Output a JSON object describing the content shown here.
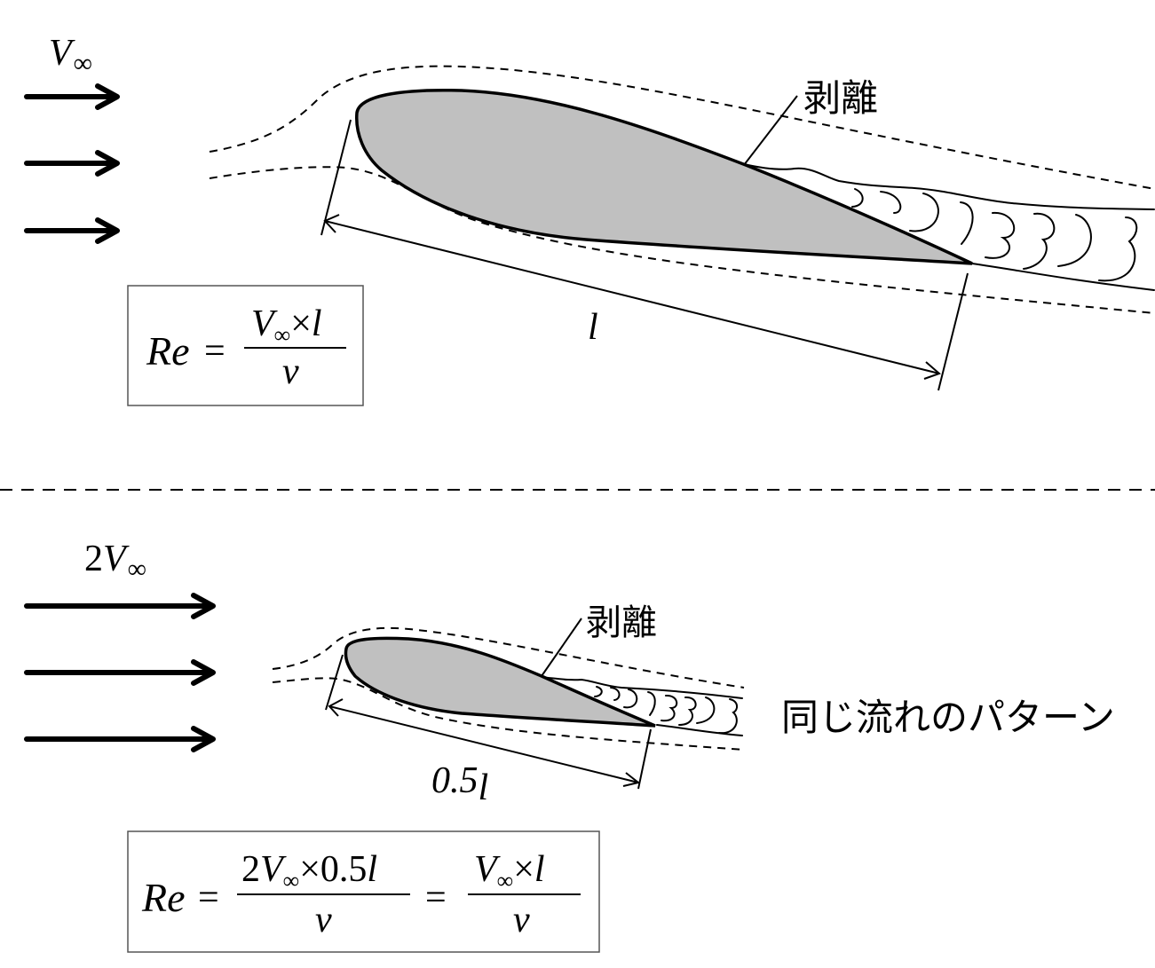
{
  "colors": {
    "airfoil_fill": "#c0c0c0",
    "line": "#000000",
    "background": "#ffffff"
  },
  "top_panel": {
    "velocity_label": {
      "symbol": "V",
      "subscript": "∞"
    },
    "separation_label": "剥離",
    "chord_label": "l",
    "formula": {
      "lhs": "Re",
      "equals": "=",
      "numerator": {
        "symbol": "V",
        "subscript": "∞",
        "times": "×",
        "length": "l"
      },
      "denominator": "ν"
    }
  },
  "bottom_panel": {
    "velocity_label": {
      "coefficient": "2",
      "symbol": "V",
      "subscript": "∞"
    },
    "separation_label": "剥離",
    "chord_label": "0.5l",
    "chord_label_parts": {
      "number": "0.5",
      "length": "l"
    },
    "same_pattern_label": "同じ流れのパターン",
    "formula": {
      "lhs": "Re",
      "equals": "=",
      "numerator_1": {
        "coefficient": "2",
        "symbol": "V",
        "subscript": "∞",
        "times": "×",
        "factor": "0.5",
        "length": "l"
      },
      "denominator_1": "ν",
      "equals_2": "=",
      "numerator_2": {
        "symbol": "V",
        "subscript": "∞",
        "times": "×",
        "length": "l"
      },
      "denominator_2": "ν"
    }
  },
  "icons": {
    "flow_arrow": "right-arrow",
    "dimension_arrow": "double-headed-arrow"
  }
}
